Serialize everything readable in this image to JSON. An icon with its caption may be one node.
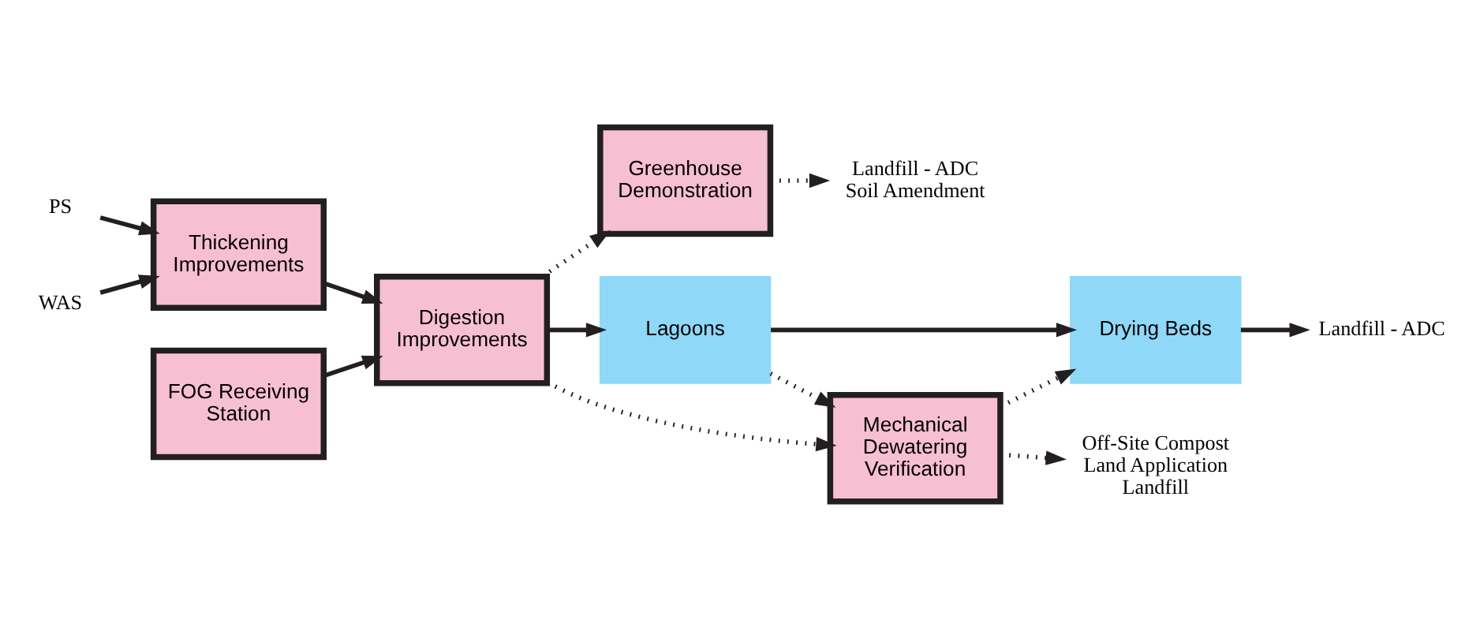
{
  "diagram": {
    "nodes": [
      {
        "text": [
          "PS"
        ]
      },
      {
        "text": [
          "WAS"
        ]
      },
      {
        "text": [
          "Thickening Improvements"
        ]
      },
      {
        "text": [
          "FOG Receiving Station"
        ]
      },
      {
        "text": [
          "Digestion Improvements"
        ]
      },
      {
        "text": [
          "Greenhouse Demonstration"
        ]
      },
      {
        "text": [
          "Lagoons"
        ]
      },
      {
        "text": [
          "Drying Beds"
        ]
      },
      {
        "text": [
          "Mechanical Dewatering Verification"
        ]
      },
      {
        "text": [
          "Landfill - ADC Soil Amendment"
        ]
      },
      {
        "text": [
          "Landfill - ADC"
        ]
      },
      {
        "text": [
          "Off-Site Compost Land Application Landfill"
        ]
      }
    ],
    "edges": [
      {
        "from": 0,
        "to": 2,
        "arrow": "to"
      },
      {
        "from": 1,
        "to": 2,
        "arrow": "to"
      },
      {
        "from": 2,
        "to": 4,
        "arrow": "to"
      },
      {
        "from": 3,
        "to": 4,
        "arrow": "to"
      },
      {
        "from": 4,
        "to": 5,
        "arrow": "to",
        "style": "dashed"
      },
      {
        "from": 4,
        "to": 6,
        "arrow": "to"
      },
      {
        "from": 6,
        "to": 7,
        "arrow": "to"
      },
      {
        "from": 7,
        "to": 10,
        "arrow": "to"
      },
      {
        "from": 5,
        "to": 9,
        "arrow": "to",
        "style": "dashed"
      },
      {
        "from": 4,
        "to": 8,
        "arrow": "to",
        "style": "dashed"
      },
      {
        "from": 6,
        "to": 8,
        "arrow": "to",
        "style": "dashed"
      },
      {
        "from": 8,
        "to": 11,
        "arrow": "to",
        "style": "dashed"
      },
      {
        "from": 8,
        "to": 7,
        "arrow": "to",
        "style": "dashed"
      }
    ]
  }
}
